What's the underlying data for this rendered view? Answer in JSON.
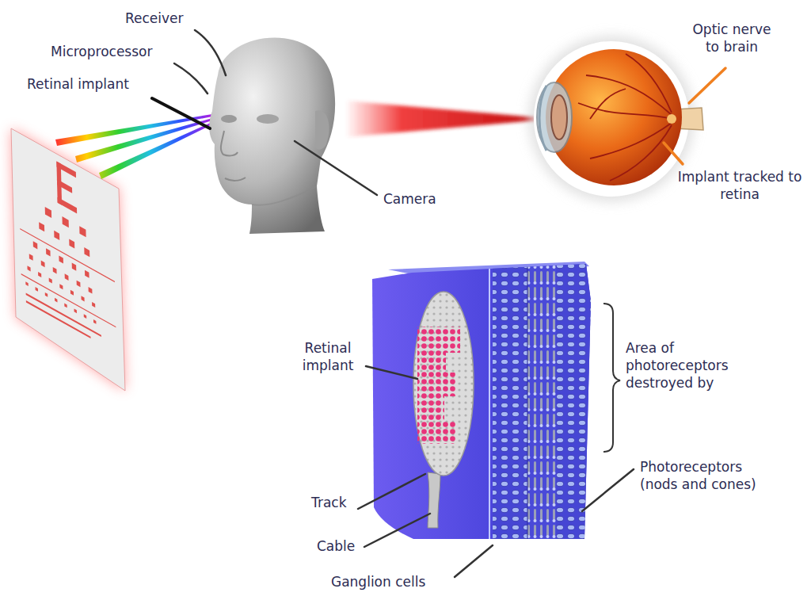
{
  "diagram": {
    "labels": [
      "Receiver",
      "Microprocessor",
      "Retinal implant",
      "Camera",
      "Optic nerve to brain",
      "Implant tracked to retina",
      "Retinal implant",
      "Area of photoreceptors destroyed by",
      "Photoreceptors (nods and cones)",
      "Track",
      "Cable",
      "Ganglion cells"
    ]
  }
}
